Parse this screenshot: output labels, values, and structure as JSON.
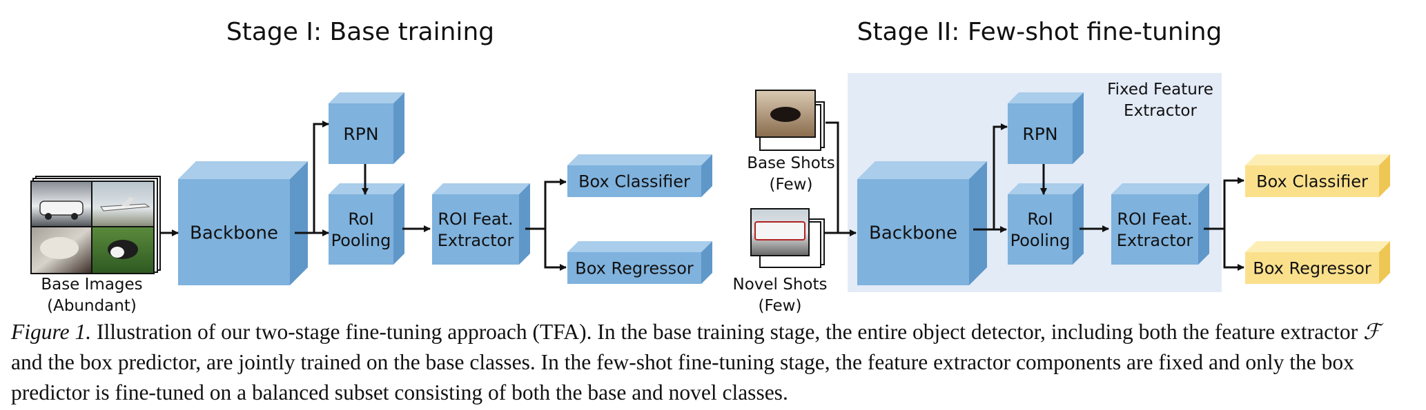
{
  "stage1": {
    "title": "Stage I: Base training",
    "base_images_label_line1": "Base Images",
    "base_images_label_line2": "(Abundant)",
    "backbone": "Backbone",
    "rpn": "RPN",
    "roi_pooling_line1": "RoI",
    "roi_pooling_line2": "Pooling",
    "roi_feat_line1": "ROI Feat.",
    "roi_feat_line2": "Extractor",
    "box_classifier": "Box Classifier",
    "box_regressor": "Box Regressor"
  },
  "stage2": {
    "title": "Stage II: Few-shot fine-tuning",
    "base_shots_line1": "Base Shots",
    "base_shots_line2": "(Few)",
    "novel_shots_line1": "Novel Shots",
    "novel_shots_line2": "(Few)",
    "fixed_line1": "Fixed Feature",
    "fixed_line2": "Extractor",
    "backbone": "Backbone",
    "rpn": "RPN",
    "roi_pooling_line1": "RoI",
    "roi_pooling_line2": "Pooling",
    "roi_feat_line1": "ROI Feat.",
    "roi_feat_line2": "Extractor",
    "box_classifier": "Box Classifier",
    "box_regressor": "Box Regressor"
  },
  "caption": {
    "figure_label": "Figure 1.",
    "text_part1": " Illustration of our two-stage fine-tuning approach (TFA). In the base training stage, the entire object detector, including both the feature extractor ",
    "symbol": "ℱ",
    "text_part2": " and the box predictor, are jointly trained on the base classes. In the few-shot fine-tuning stage, the feature extractor components are fixed and only the box predictor is fine-tuned on a balanced subset consisting of both the base and novel classes."
  },
  "colors": {
    "block_front": "#7fb2dd",
    "block_top": "#a9cdea",
    "block_side": "#5f97c9",
    "head_front": "#fbe08c",
    "head_top": "#fdeeb6",
    "head_side": "#eec653",
    "fixed_region": "#e3ebf7",
    "arrow": "#111111"
  }
}
